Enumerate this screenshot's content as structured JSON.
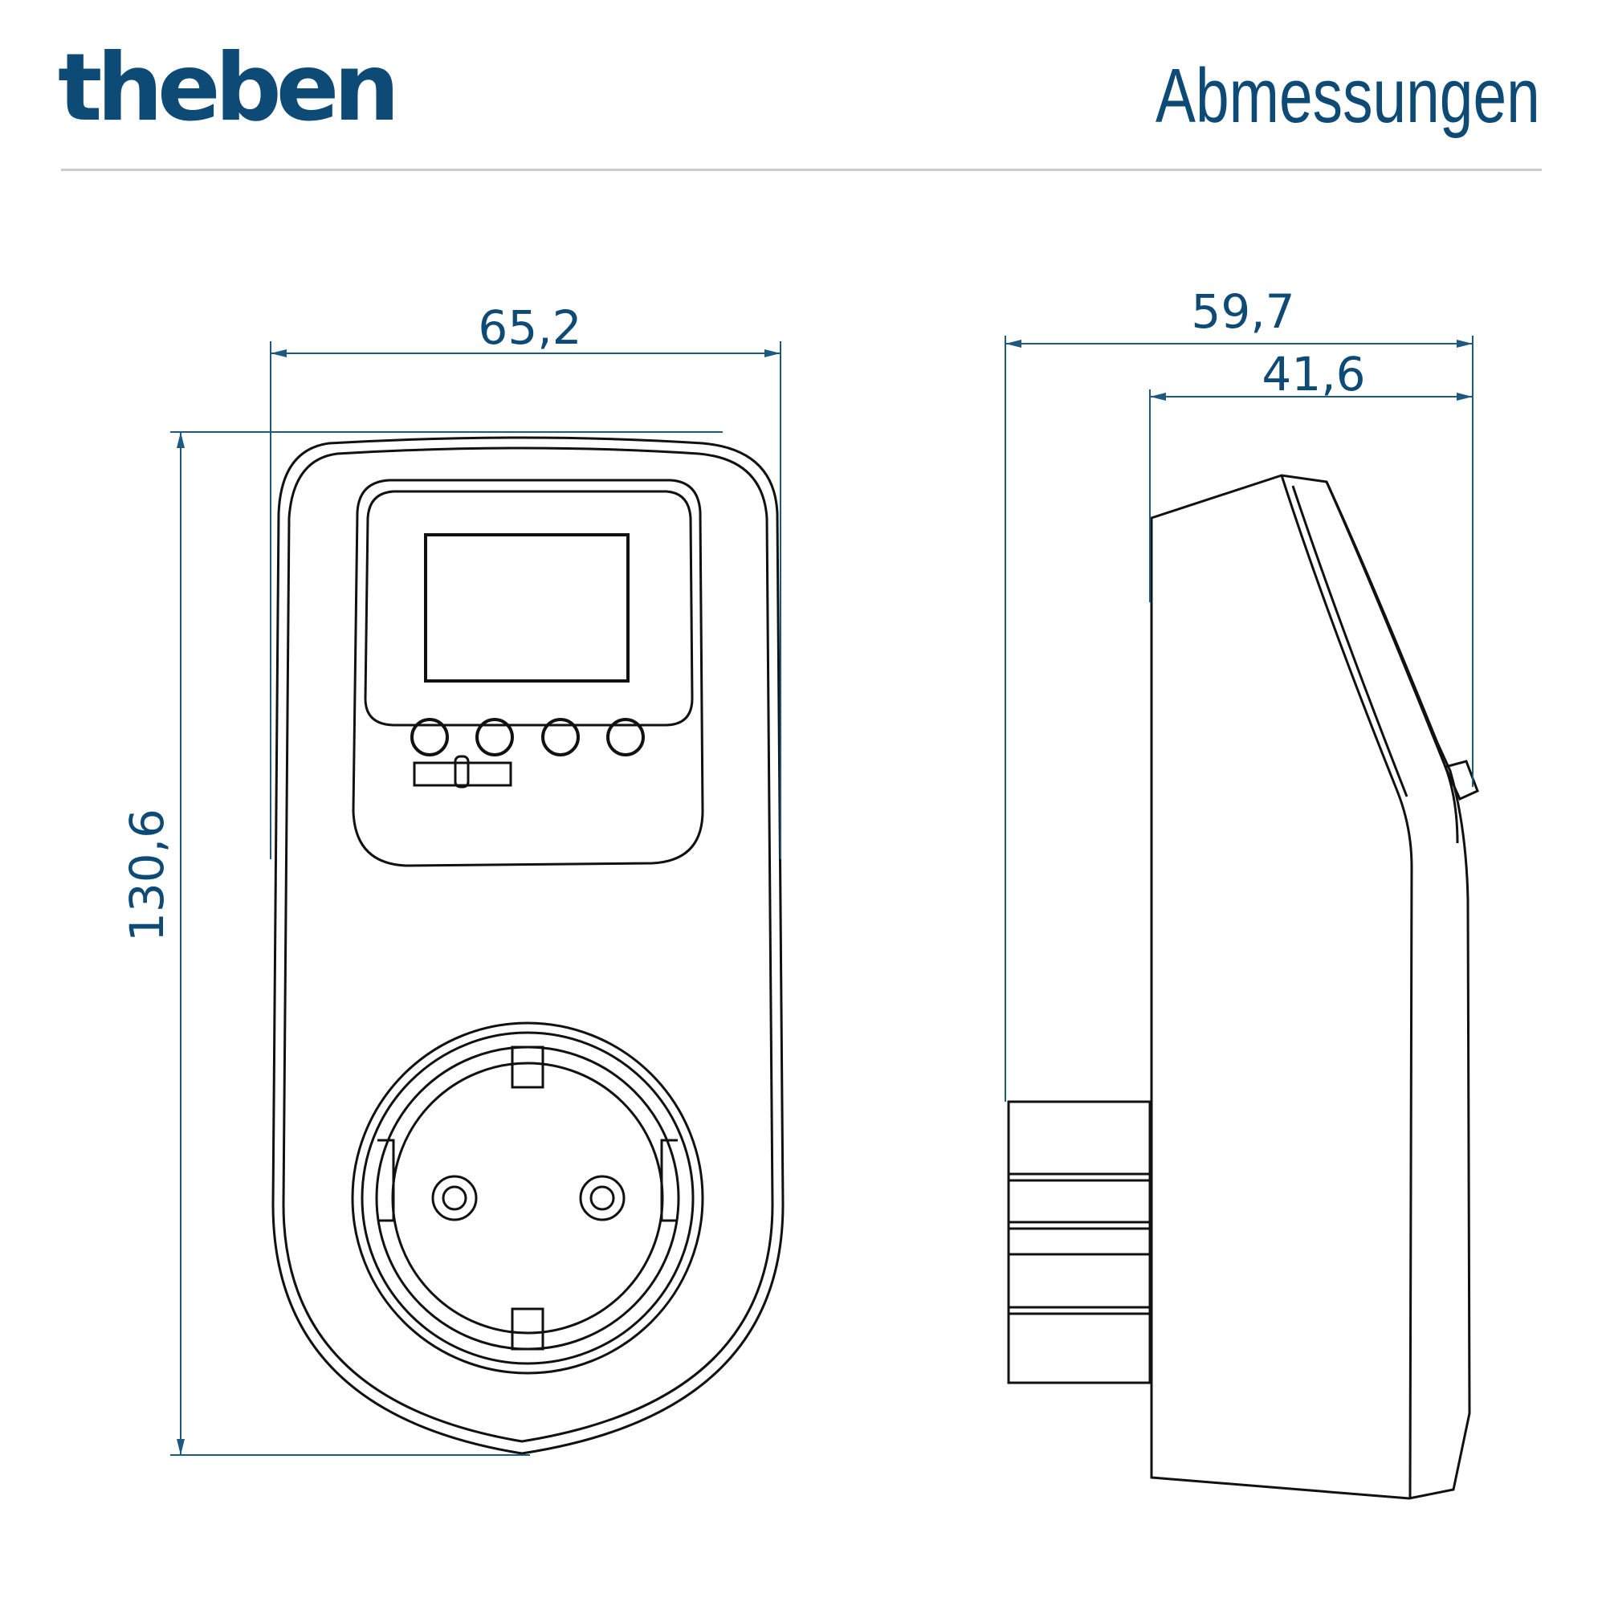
{
  "header": {
    "logo_text": "theben",
    "title": "Abmessungen"
  },
  "dimensions": {
    "front_width": "65,2",
    "front_height": "130,6",
    "side_depth_total": "59,7",
    "side_depth_body": "41,6"
  },
  "colors": {
    "brand_blue": "#0d4a75",
    "dimension_line": "#1e5a80",
    "outline": "#111111",
    "rule": "#c9ccd0"
  }
}
